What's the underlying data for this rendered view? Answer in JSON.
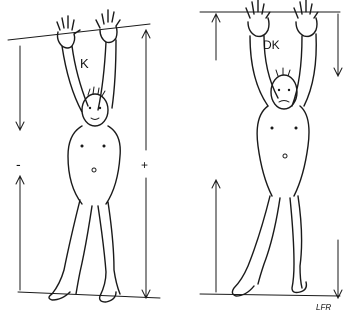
{
  "figures": {
    "left_label": "K",
    "right_label": "DK"
  },
  "measure_signs": {
    "left_minus": "-",
    "left_plus": "+"
  },
  "signature": "LFR"
}
